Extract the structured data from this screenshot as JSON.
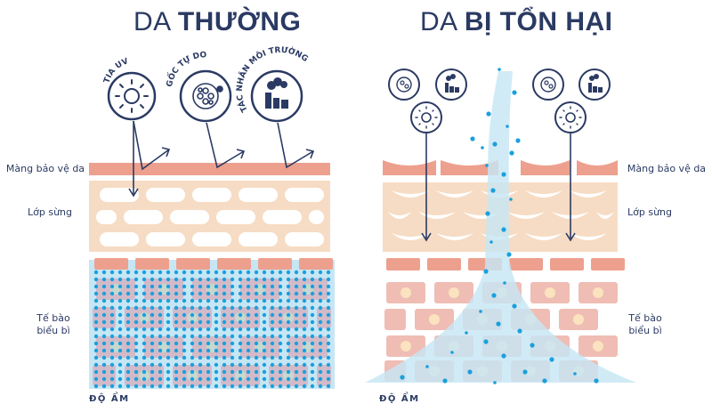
{
  "titles": {
    "left": {
      "light": "DA ",
      "bold": "THƯỜNG"
    },
    "right": {
      "light": "DA ",
      "bold": "BỊ TỔN HẠI"
    }
  },
  "aggressors": {
    "uv": "TIA UV",
    "free_radicals": "GỐC TỰ DO",
    "environment": "TÁC NHÂN MÔI TRƯỜNG"
  },
  "layers": {
    "barrier": "Màng bảo vệ da",
    "stratum_corneum": "Lớp sừng",
    "epidermis_line1": "Tế bào",
    "epidermis_line2": "biểu bì"
  },
  "moisture_label": "ĐỘ ẨM",
  "colors": {
    "navy": "#2a3a63",
    "barrier": "#eda08e",
    "corneum_bg": "#f6dcc4",
    "cell_pink": "#efbdb4",
    "moisture_blue": "#c7e6f4",
    "dot_blue": "#1aa0dc",
    "nucleus": "#fbe3bf"
  }
}
